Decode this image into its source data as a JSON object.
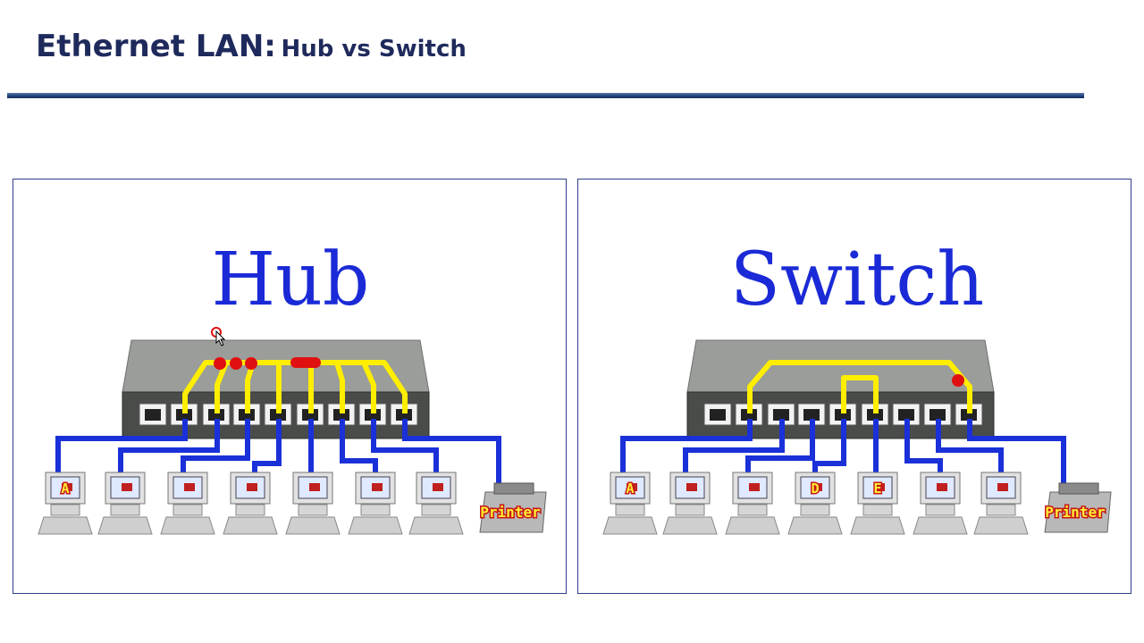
{
  "slide": {
    "title_main": "Ethernet LAN:",
    "title_sub": "Hub vs Switch"
  },
  "hub": {
    "label": "Hub",
    "computers": [
      "A",
      "",
      "",
      "",
      "",
      "",
      ""
    ],
    "printer_label": "Printer"
  },
  "switch": {
    "label": "Switch",
    "computers": [
      "A",
      "",
      "",
      "D",
      "E",
      "",
      ""
    ],
    "printer_label": "Printer"
  },
  "colors": {
    "title": "#1f2a5c",
    "panel_border": "#2f3f8a",
    "device_label": "#1a2ad6",
    "cable": "#1a30d8",
    "internal_path": "#ffee00",
    "traffic_dot": "#e01010",
    "device_body": "#8a8d8a"
  },
  "icons": [
    "hub-device",
    "switch-device",
    "computer-icon",
    "printer-icon",
    "mouse-cursor-icon"
  ]
}
